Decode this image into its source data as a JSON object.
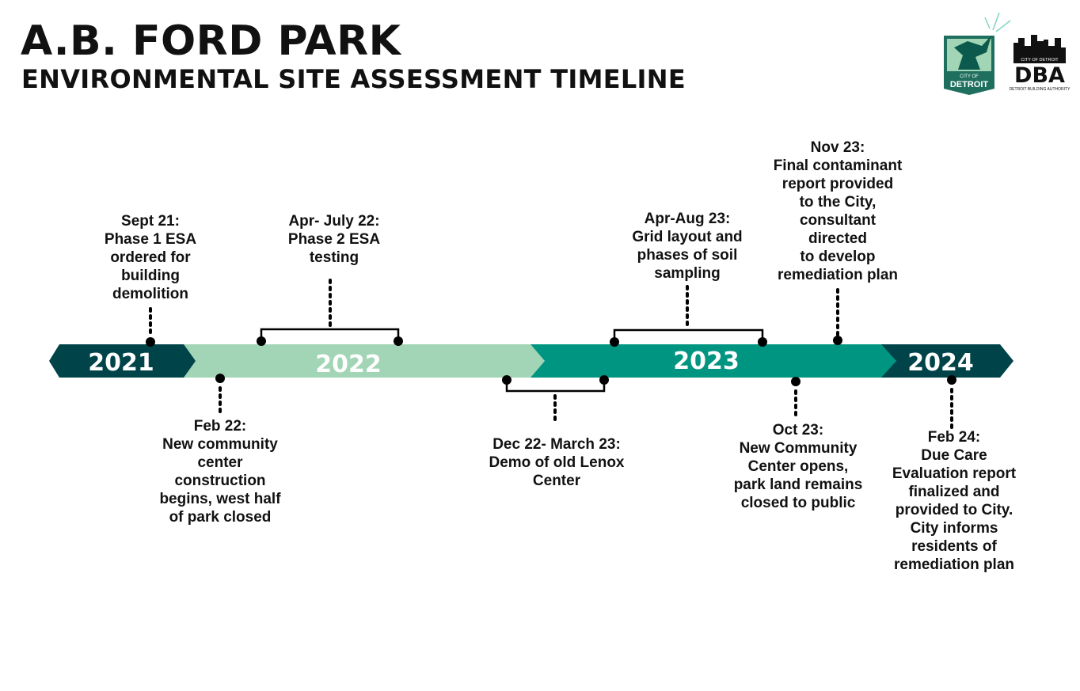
{
  "header": {
    "title": "A.B. FORD PARK",
    "subtitle": "ENVIRONMENTAL SITE ASSESSMENT TIMELINE"
  },
  "logos": [
    {
      "name": "City of Detroit",
      "text_top": "CITY OF",
      "text_main": "DETROIT"
    },
    {
      "name": "Detroit Building Authority",
      "text_top": "CITY OF DETROIT",
      "text_main": "DBA",
      "text_bottom": "DETROIT BUILDING AUTHORITY"
    }
  ],
  "colors": {
    "dark_teal": "#00444a",
    "light_green": "#a1d5b5",
    "teal": "#009580"
  },
  "years": [
    "2021",
    "2022",
    "2023",
    "2024"
  ],
  "events_above": [
    {
      "text": "Sept 21:\nPhase 1 ESA\nordered for\nbuilding\ndemolition"
    },
    {
      "text": "Apr- July 22:\nPhase 2 ESA\ntesting"
    },
    {
      "text": "Apr-Aug 23:\nGrid layout and\nphases of soil\nsampling"
    },
    {
      "text": "Nov 23:\nFinal contaminant\nreport provided\nto the City,\nconsultant\ndirected\nto develop\nremediation plan"
    }
  ],
  "events_below": [
    {
      "text": "Feb 22:\nNew community\ncenter\nconstruction\nbegins, west half\nof park closed"
    },
    {
      "text": "Dec 22- March 23:\nDemo of old Lenox\nCenter"
    },
    {
      "text": "Oct 23:\nNew Community\nCenter opens,\npark land remains\nclosed to public"
    },
    {
      "text": "Feb 24:\nDue Care\nEvaluation report\nfinalized and\nprovided to City.\nCity informs\nresidents of\nremediation plan"
    }
  ]
}
